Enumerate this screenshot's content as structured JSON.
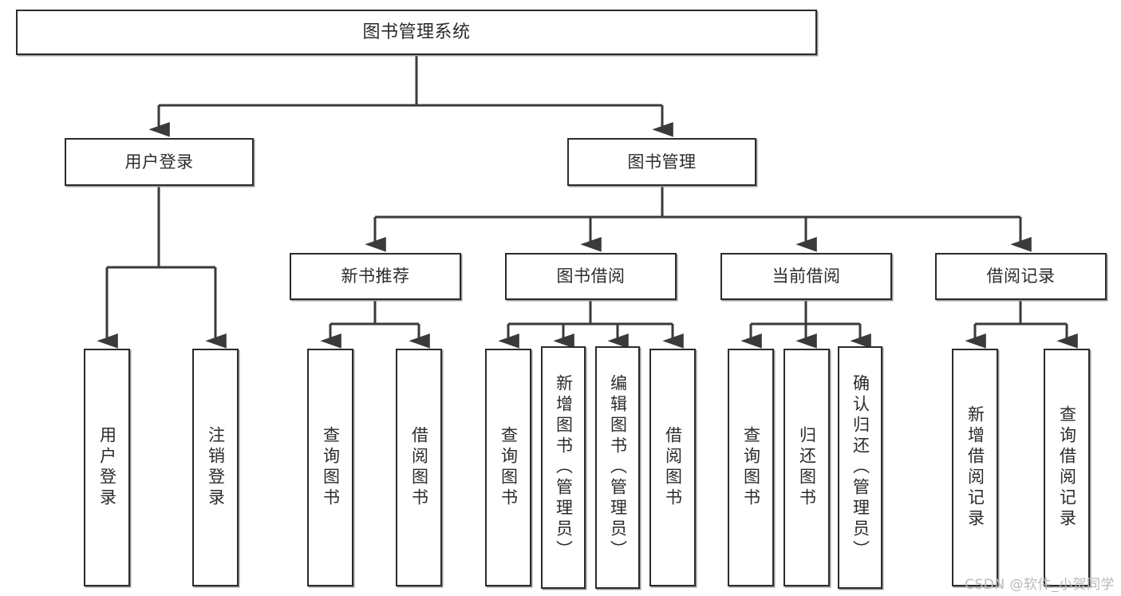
{
  "diagram": {
    "type": "tree-hierarchy",
    "title": "图书管理系统",
    "watermark": "CSDN @软件_小贺同学",
    "colors": {
      "box_border": "#2b2b2b",
      "box_fill": "#ffffff",
      "connector": "#3a3a3a",
      "text": "#2b2b2b",
      "watermark": "#b9b9b9",
      "background": "#ffffff"
    },
    "levels": {
      "level1": {
        "root": {
          "label": "图书管理系统"
        }
      },
      "level2": [
        {
          "id": "user-login",
          "label": "用户登录"
        },
        {
          "id": "book-management",
          "label": "图书管理"
        }
      ],
      "level3": [
        {
          "id": "new-book-recommend",
          "label": "新书推荐",
          "parent": "book-management"
        },
        {
          "id": "book-borrow",
          "label": "图书借阅",
          "parent": "book-management"
        },
        {
          "id": "current-borrow",
          "label": "当前借阅",
          "parent": "book-management"
        },
        {
          "id": "borrow-record",
          "label": "借阅记录",
          "parent": "book-management"
        }
      ],
      "leaves": [
        {
          "id": "leaf-user-login",
          "label": "用户登录",
          "parent": "user-login"
        },
        {
          "id": "leaf-logout-login",
          "label": "注销登录",
          "parent": "user-login"
        },
        {
          "id": "leaf-query-book-1",
          "label": "查询图书",
          "parent": "new-book-recommend"
        },
        {
          "id": "leaf-borrow-book-1",
          "label": "借阅图书",
          "parent": "new-book-recommend"
        },
        {
          "id": "leaf-query-book-2",
          "label": "查询图书",
          "parent": "book-borrow"
        },
        {
          "id": "leaf-add-book",
          "label": "新增图书（管理员）",
          "parent": "book-borrow"
        },
        {
          "id": "leaf-edit-book",
          "label": "编辑图书（管理员）",
          "parent": "book-borrow"
        },
        {
          "id": "leaf-borrow-book-2",
          "label": "借阅图书",
          "parent": "book-borrow"
        },
        {
          "id": "leaf-query-book-3",
          "label": "查询图书",
          "parent": "current-borrow"
        },
        {
          "id": "leaf-return-book",
          "label": "归还图书",
          "parent": "current-borrow"
        },
        {
          "id": "leaf-confirm-return",
          "label": "确认归还（管理员）",
          "parent": "current-borrow"
        },
        {
          "id": "leaf-add-record",
          "label": "新增借阅记录",
          "parent": "borrow-record"
        },
        {
          "id": "leaf-query-record",
          "label": "查询借阅记录",
          "parent": "borrow-record"
        }
      ]
    }
  }
}
